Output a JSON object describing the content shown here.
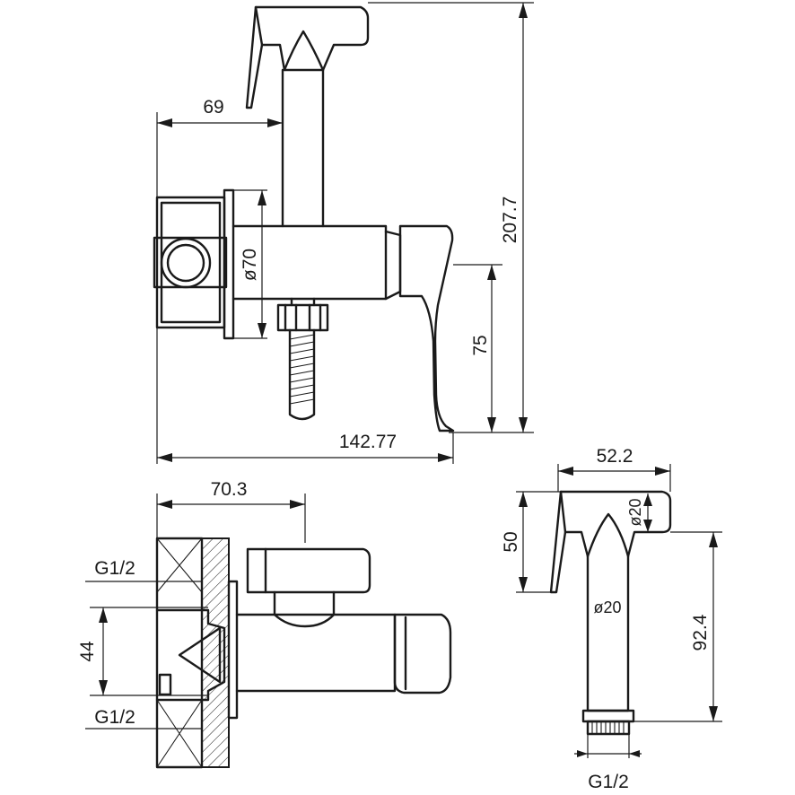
{
  "dimensions": {
    "total_height": "207.7",
    "offset_69": "69",
    "flange_diameter": "ø70",
    "handle_drop": "75",
    "total_length": "142.77",
    "wall_depth": "70.3",
    "inlet_spacing": "44",
    "thread_top": "G1/2",
    "thread_bottom": "G1/2",
    "shower_width": "52.2",
    "shower_height": "50",
    "head_diameter": "ø20",
    "stem_diameter": "ø20",
    "shower_length": "92.4",
    "shower_thread": "G1/2"
  }
}
